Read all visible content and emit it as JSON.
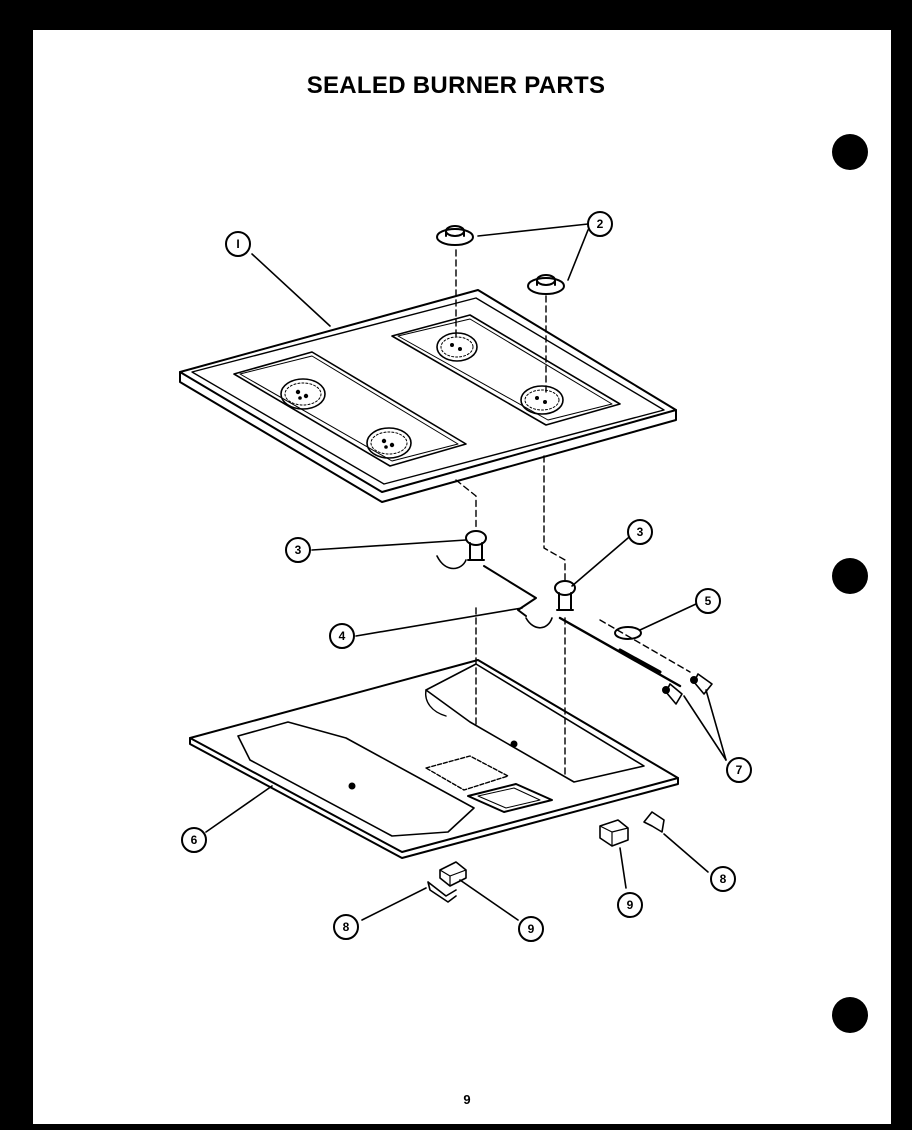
{
  "title": "SEALED BURNER PARTS",
  "page_number": "9",
  "callouts": [
    {
      "id": "callout-1",
      "label": "I"
    },
    {
      "id": "callout-2",
      "label": "2"
    },
    {
      "id": "callout-3a",
      "label": "3"
    },
    {
      "id": "callout-3b",
      "label": "3"
    },
    {
      "id": "callout-4",
      "label": "4"
    },
    {
      "id": "callout-5",
      "label": "5"
    },
    {
      "id": "callout-6",
      "label": "6"
    },
    {
      "id": "callout-7",
      "label": "7"
    },
    {
      "id": "callout-8a",
      "label": "8"
    },
    {
      "id": "callout-8b",
      "label": "8"
    },
    {
      "id": "callout-9a",
      "label": "9"
    },
    {
      "id": "callout-9b",
      "label": "9"
    }
  ],
  "colors": {
    "ink": "#000000",
    "paper": "#ffffff",
    "background": "#000000"
  }
}
